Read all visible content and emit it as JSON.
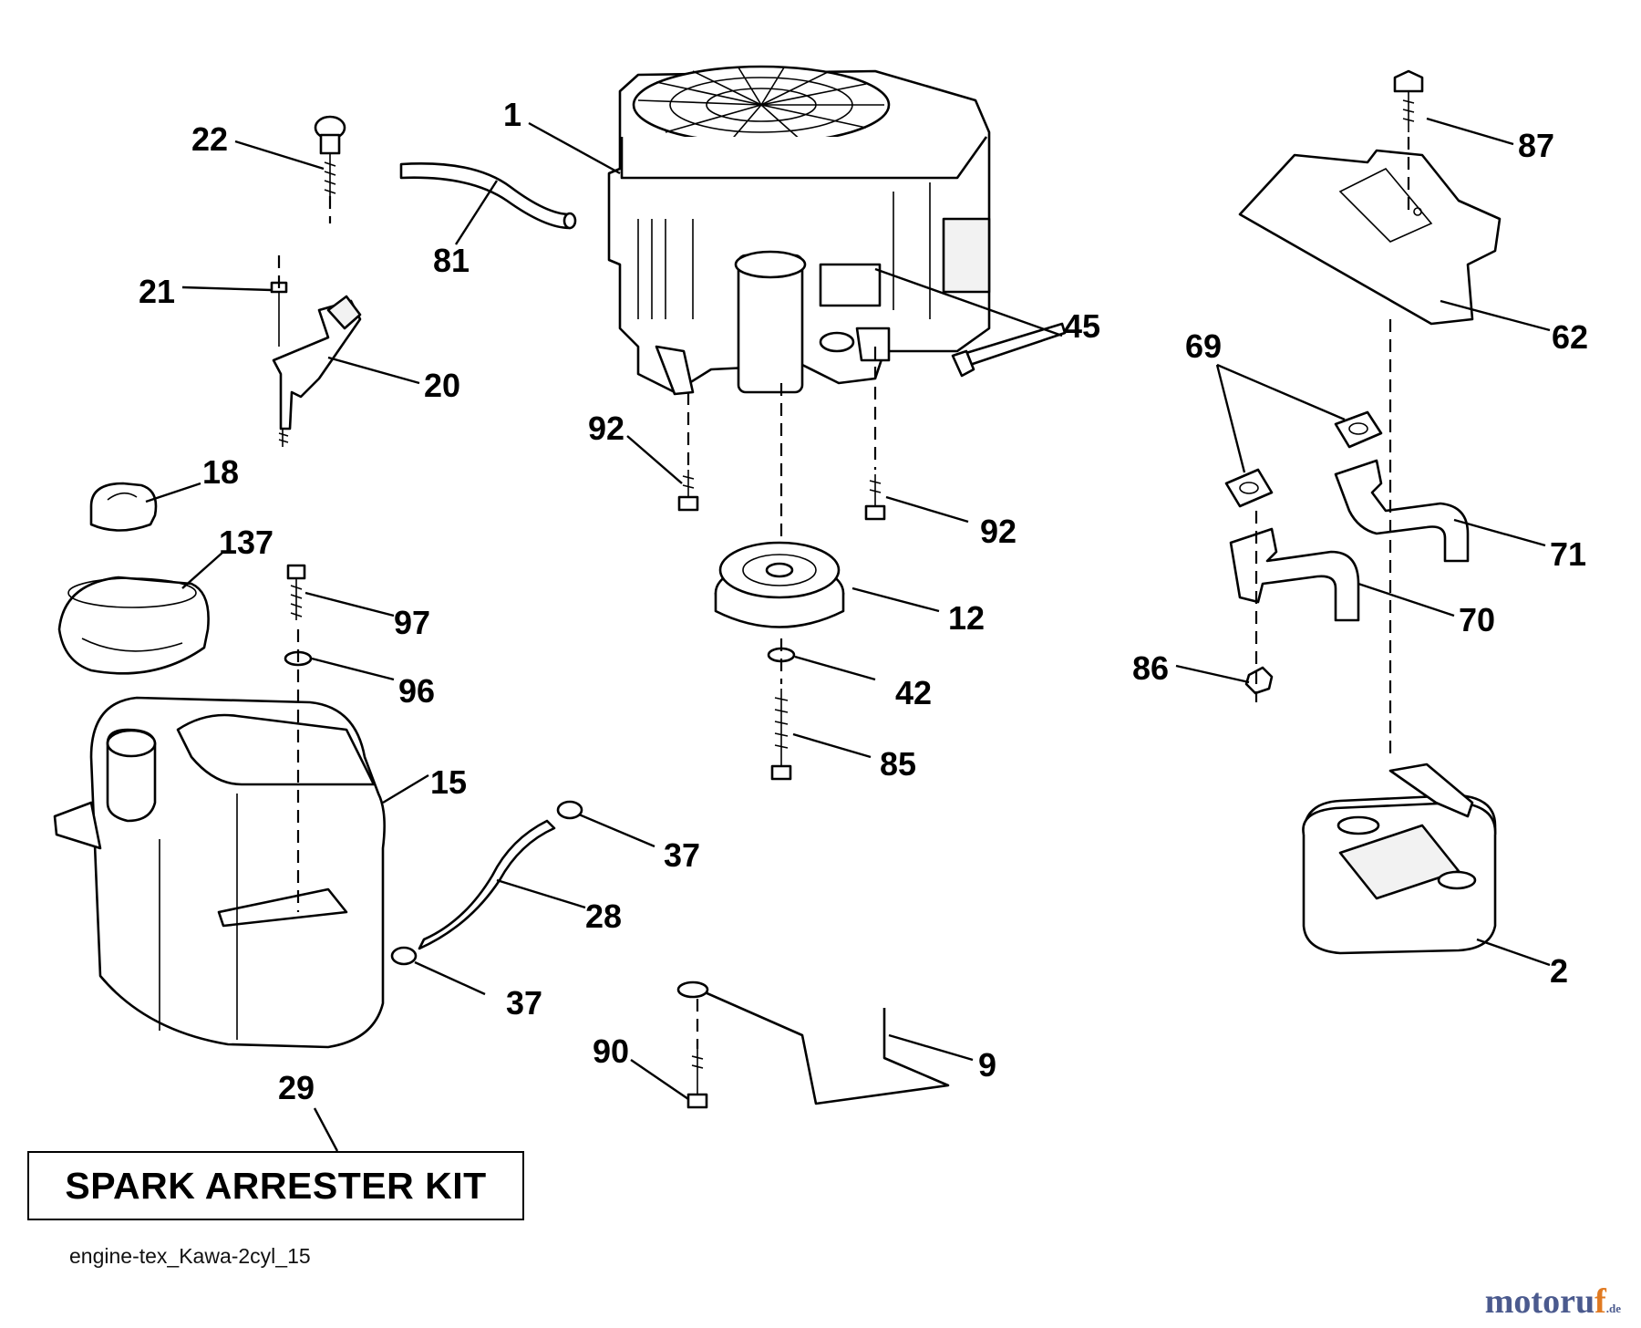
{
  "diagram": {
    "kit_label": "SPARK ARRESTER KIT",
    "footer_id": "engine-tex_Kawa-2cyl_15",
    "watermark": {
      "main_a": "motoru",
      "accent": "f",
      "suffix": ".de"
    },
    "callouts": {
      "p1": "1",
      "p22": "22",
      "p81": "81",
      "p21": "21",
      "p20": "20",
      "p18": "18",
      "p137": "137",
      "p97": "97",
      "p96": "96",
      "p15": "15",
      "p29": "29",
      "p92a": "92",
      "p92b": "92",
      "p12": "12",
      "p42": "42",
      "p85": "85",
      "p45": "45",
      "p37a": "37",
      "p28": "28",
      "p37b": "37",
      "p90": "90",
      "p9": "9",
      "p87": "87",
      "p62": "62",
      "p69": "69",
      "p71": "71",
      "p70": "70",
      "p86": "86",
      "p2": "2"
    }
  }
}
